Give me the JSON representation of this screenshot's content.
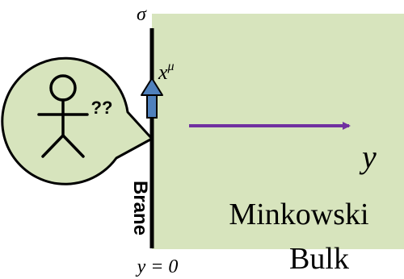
{
  "labels": {
    "sigma": "σ",
    "x_base": "x",
    "x_superscript": "μ",
    "question": "??",
    "y_axis": "y",
    "brane": "Brane",
    "bulk_line1": "Minkowski",
    "bulk_line2": "Bulk",
    "y_eq_zero": "y = 0"
  },
  "colors": {
    "bulk_fill": "#d7e4bd",
    "bubble_fill": "#d7e4bd",
    "brane_line": "#000000",
    "arrow_up_fill": "#4f81bd",
    "arrow_right": "#7030a0"
  },
  "icons": {
    "observer": "stick-figure-icon"
  }
}
